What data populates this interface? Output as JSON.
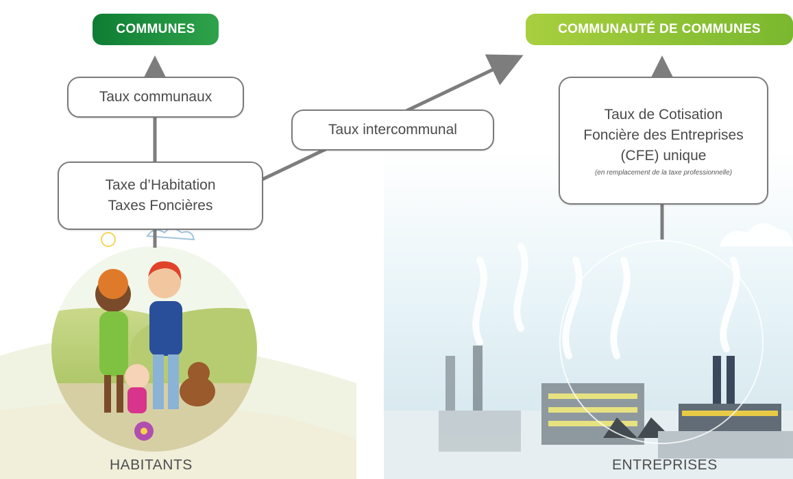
{
  "communes": {
    "label": "COMMUNES",
    "color": "#168a3a"
  },
  "communaute": {
    "label": "COMMUNAUTÉ DE COMMUNES",
    "color": "#8dc63f"
  },
  "taux_communaux": {
    "label": "Taux communaux"
  },
  "taux_intercommunal": {
    "label": "Taux intercommunal"
  },
  "taxes_box": {
    "line1": "Taxe d’Habitation",
    "line2": "Taxes Foncières"
  },
  "cfe_box": {
    "line1": "Taux de Cotisation",
    "line2": "Foncière des Entreprises",
    "line3": "(CFE) unique",
    "note": "(en remplacement de la taxe professionnelle)"
  },
  "captions": {
    "left": "HABITANTS",
    "right": "ENTREPRISES"
  },
  "colors": {
    "arrow": "#7d7d7d",
    "box_border": "#7a7a7a",
    "text": "#4a4a4a"
  }
}
